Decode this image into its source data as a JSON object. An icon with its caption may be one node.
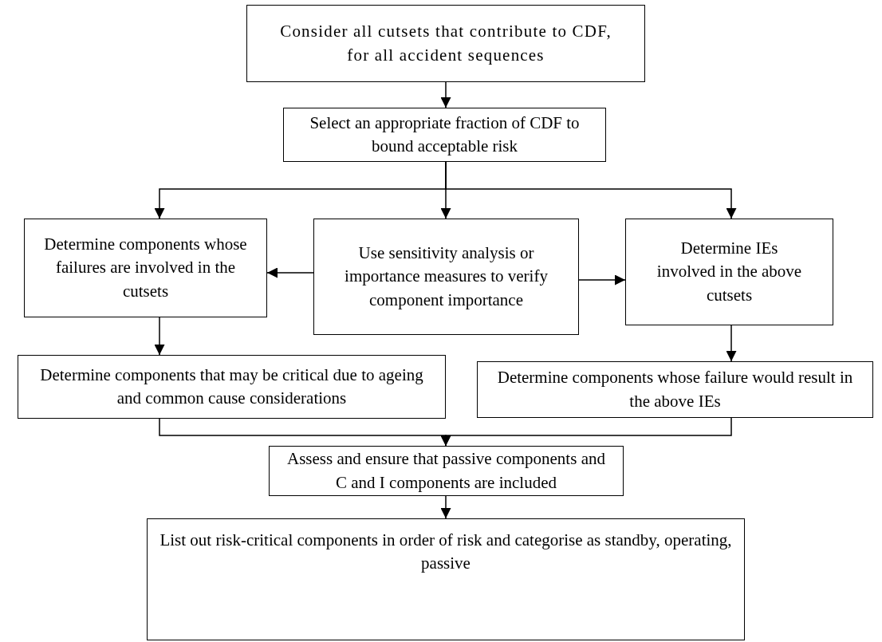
{
  "diagram": {
    "nodes": [
      {
        "text": [
          "Consider all cutsets that contribute to CDF, for all accident sequences"
        ]
      },
      {
        "text": [
          "Select an appropriate fraction of CDF to bound acceptable risk"
        ]
      },
      {
        "text": [
          "Determine components whose failures are involved in the cutsets"
        ]
      },
      {
        "text": [
          "Use sensitivity analysis or importance measures to verify component importance"
        ]
      },
      {
        "text": [
          "Determine IEs involved in the above cutsets"
        ]
      },
      {
        "text": [
          "Determine components that may be critical due to ageing and common cause considerations"
        ]
      },
      {
        "text": [
          "Determine components whose failure would result in the above IEs"
        ]
      },
      {
        "text": [
          "Assess and ensure that passive components and C and I components are included"
        ]
      },
      {
        "text": [
          "List out risk-critical components in order of risk and categorise as standby, operating, passive"
        ]
      }
    ],
    "edges": [
      {
        "from": 0,
        "to": 1,
        "arrow": "to"
      },
      {
        "from": 1,
        "to": 2,
        "arrow": "to"
      },
      {
        "from": 1,
        "to": 3,
        "arrow": "to"
      },
      {
        "from": 1,
        "to": 4,
        "arrow": "to"
      },
      {
        "from": 3,
        "to": 2,
        "arrow": "to"
      },
      {
        "from": 3,
        "to": 4,
        "arrow": "to"
      },
      {
        "from": 2,
        "to": 5,
        "arrow": "to"
      },
      {
        "from": 4,
        "to": 6,
        "arrow": "to"
      },
      {
        "from": 5,
        "to": 7,
        "arrow": "to"
      },
      {
        "from": 6,
        "to": 7,
        "arrow": "to"
      },
      {
        "from": 7,
        "to": 8,
        "arrow": "to"
      }
    ]
  }
}
